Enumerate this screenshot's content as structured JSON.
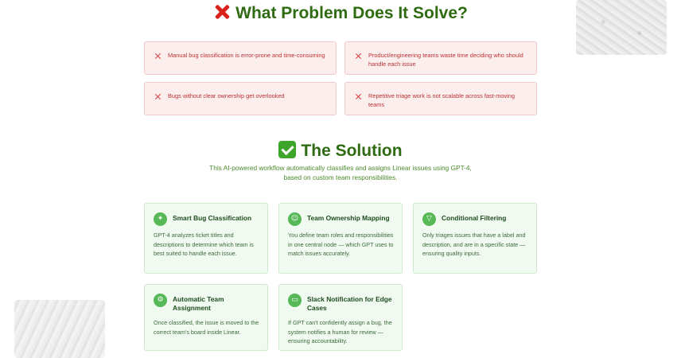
{
  "problem": {
    "title": "What Problem Does It Solve?",
    "icon": "cross-mark-icon",
    "items": [
      "Manual bug classification is error-prone and time-consuming",
      "Product/engineering teams waste time deciding who should handle each issue",
      "Bugs without clear ownership get overlooked",
      "Repetitive triage work is not scalable across fast-moving teams"
    ]
  },
  "solution": {
    "title": "The Solution",
    "icon": "check-mark-icon",
    "subtitle": "This AI-powered workflow automatically classifies and assigns Linear issues using GPT-4, based on custom team responsibilities.",
    "features": [
      {
        "icon": "sparkles-icon",
        "title": "Smart Bug Classification",
        "description": "GPT-4 analyzes ticket titles and descriptions to determine which team is best suited to handle each issue."
      },
      {
        "icon": "users-icon",
        "title": "Team Ownership Mapping",
        "description": "You define team roles and responsibilities in one central node — which GPT uses to match issues accurately."
      },
      {
        "icon": "filter-icon",
        "title": "Conditional Filtering",
        "description": "Only triages issues that have a label and description, and are in a specific state — ensuring quality inputs."
      },
      {
        "icon": "gear-icon",
        "title": "Automatic Team Assignment",
        "description": "Once classified, the issue is moved to the correct team's board inside Linear."
      },
      {
        "icon": "chat-bubble-icon",
        "title": "Slack Notification for Edge Cases",
        "description": "If GPT can't confidently assign a bug, the system notifies a human for review — ensuring accountability."
      }
    ]
  },
  "colors": {
    "heading_green": "#2f6b12",
    "problem_bg": "#fdeeee",
    "problem_text": "#b83232",
    "feature_bg": "#f0faf0",
    "feature_icon": "#56b856"
  }
}
